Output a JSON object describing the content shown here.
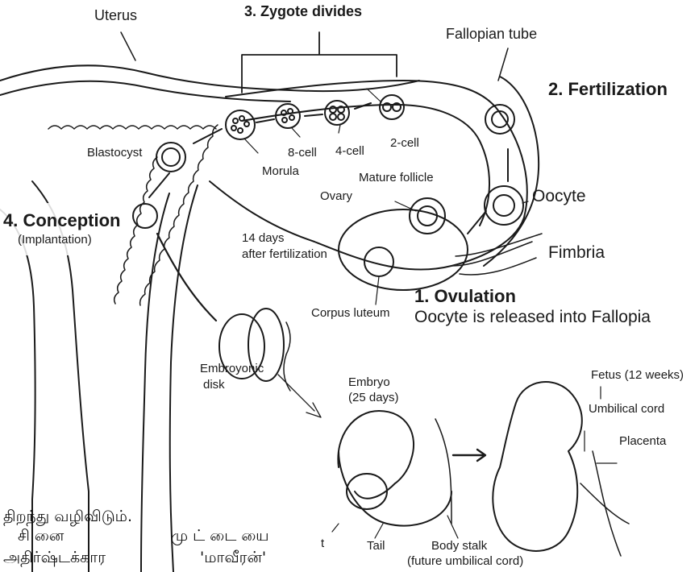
{
  "labels": {
    "uterus": "Uterus",
    "zygote_divides": "3. Zygote divides",
    "fallopian_tube": "Fallopian tube",
    "fertilization": "2. Fertilization",
    "blastocyst": "Blastocyst",
    "two_cell": "2-cell",
    "four_cell": "4-cell",
    "eight_cell": "8-cell",
    "morula": "Morula",
    "mature_follicle": "Mature follicle",
    "ovary": "Ovary",
    "oocyte": "Oocyte",
    "conception": "4. Conception",
    "implantation": "(Implantation)",
    "fourteen_days": "14 days",
    "after_fertilization": "after fertilization",
    "fimbria": "Fimbria",
    "corpus_luteum": "Corpus luteum",
    "ovulation": "1. Ovulation",
    "ovulation_desc": "Oocyte is released into Fallopia",
    "embryonic": "Embroyonic",
    "disk": "disk",
    "embryo": "Embryo",
    "embryo_days": "(25 days)",
    "fetus": "Fetus (12 weeks)",
    "umbilical_cord": "Umbilical cord",
    "placenta": "Placenta",
    "t": "t",
    "tail": "Tail",
    "body_stalk": "Body stalk",
    "future_cord": "(future umbilical cord)"
  },
  "tamil_text": {
    "line1": "திறந்து வழிவிடும்.",
    "line2a": "சினை",
    "line2b": "முட்டையை",
    "line3a": "அதிர்ஷ்டக்கார",
    "line3b": "'மாவீரன்'"
  }
}
